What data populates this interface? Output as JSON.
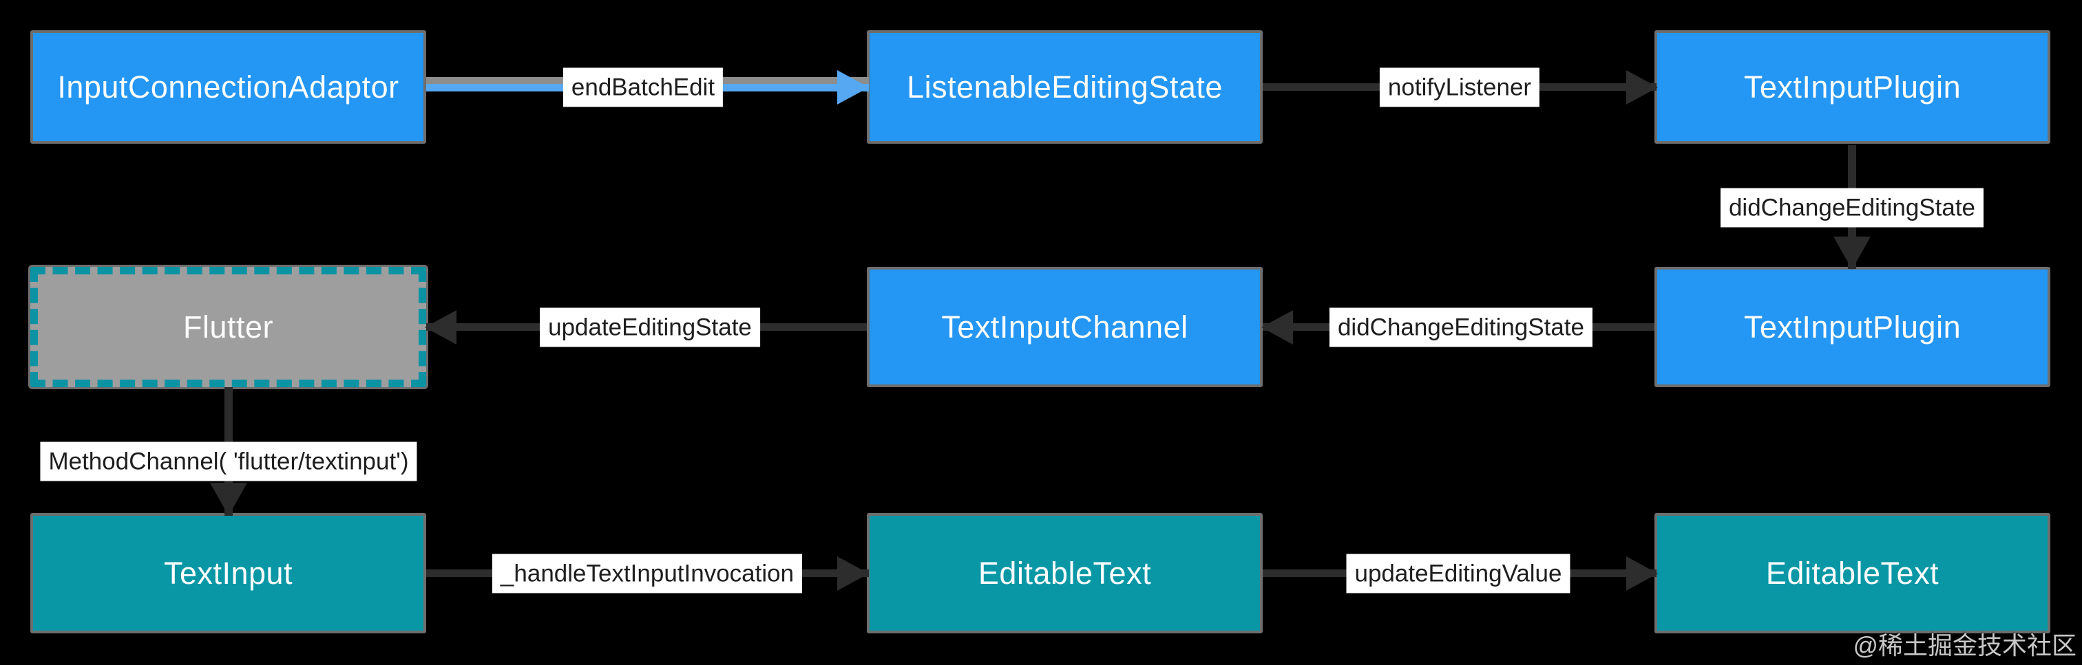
{
  "diagram": {
    "background_color": "#000000",
    "colors": {
      "android_box": "#2496F3",
      "framework_box": "#0997A6",
      "flutter_box_fill": "#9E9E9E",
      "flutter_box_dashed_border": "#0B93A4",
      "box_border": "#6E6E6E",
      "arrow_dark": "#2D2D2D",
      "arrow_blue": "#55A8F1",
      "arrow_blue_shadow": "#8D8D8D",
      "label_bg": "#FFFFFF",
      "label_text": "#1E1E1E",
      "box_text": "#FFFFFF"
    },
    "nodes": [
      {
        "id": "input-connection-adaptor",
        "label": "InputConnectionAdaptor",
        "style": "blue"
      },
      {
        "id": "listenable-editing-state",
        "label": "ListenableEditingState",
        "style": "blue"
      },
      {
        "id": "text-input-plugin-top",
        "label": "TextInputPlugin",
        "style": "blue"
      },
      {
        "id": "flutter",
        "label": "Flutter",
        "style": "gray-dashed"
      },
      {
        "id": "text-input-channel",
        "label": "TextInputChannel",
        "style": "blue"
      },
      {
        "id": "text-input-plugin-mid",
        "label": "TextInputPlugin",
        "style": "blue"
      },
      {
        "id": "text-input",
        "label": "TextInput",
        "style": "teal"
      },
      {
        "id": "editable-text-mid",
        "label": "EditableText",
        "style": "teal"
      },
      {
        "id": "editable-text-right",
        "label": "EditableText",
        "style": "teal"
      }
    ],
    "edges": [
      {
        "label": "endBatchEdit",
        "from": "InputConnectionAdaptor",
        "to": "ListenableEditingState",
        "direction": "right",
        "color": "blue"
      },
      {
        "label": "notifyListener",
        "from": "ListenableEditingState",
        "to": "TextInputPlugin",
        "direction": "right",
        "color": "dark"
      },
      {
        "label": "didChangeEditingState",
        "from": "TextInputPlugin",
        "to": "TextInputPlugin",
        "direction": "down",
        "color": "dark"
      },
      {
        "label": "updateEditingState",
        "from": "TextInputChannel",
        "to": "Flutter",
        "direction": "left",
        "color": "dark"
      },
      {
        "label": "didChangeEditingState",
        "from": "TextInputPlugin",
        "to": "TextInputChannel",
        "direction": "left",
        "color": "dark"
      },
      {
        "label": "MethodChannel( 'flutter/textinput')",
        "from": "Flutter",
        "to": "TextInput",
        "direction": "down",
        "color": "dark"
      },
      {
        "label": "_handleTextInputInvocation",
        "from": "TextInput",
        "to": "EditableText",
        "direction": "right",
        "color": "dark"
      },
      {
        "label": "updateEditingValue",
        "from": "EditableText",
        "to": "EditableText",
        "direction": "right",
        "color": "dark"
      }
    ],
    "watermark": "@稀土掘金技术社区"
  }
}
